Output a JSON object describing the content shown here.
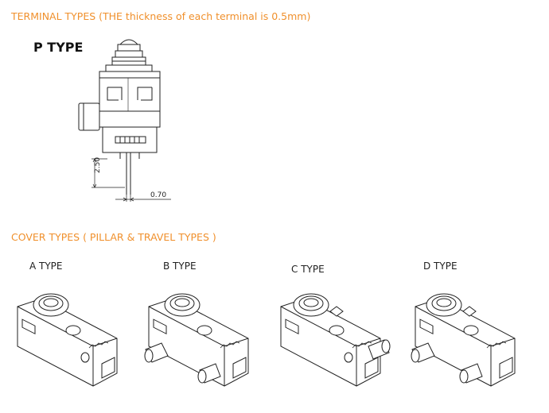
{
  "headings": {
    "terminal_types": "TERMINAL TYPES (THE thickness of each terminal is 0.5mm)",
    "cover_types": "COVER TYPES ( PILLAR & TRAVEL TYPES )"
  },
  "terminal": {
    "type_label": "P TYPE",
    "dim_height": "2.50",
    "dim_width": "0.70"
  },
  "covers": [
    {
      "label": "A TYPE",
      "side_pillar": false,
      "front_pillar": false
    },
    {
      "label": "B TYPE",
      "side_pillar": true,
      "front_pillar": true
    },
    {
      "label": "C TYPE",
      "side_pillar": true,
      "front_pillar": false
    },
    {
      "label": "D TYPE",
      "side_pillar": true,
      "front_pillar": true
    }
  ],
  "colors": {
    "heading": "#f0902c",
    "line": "#222222"
  }
}
